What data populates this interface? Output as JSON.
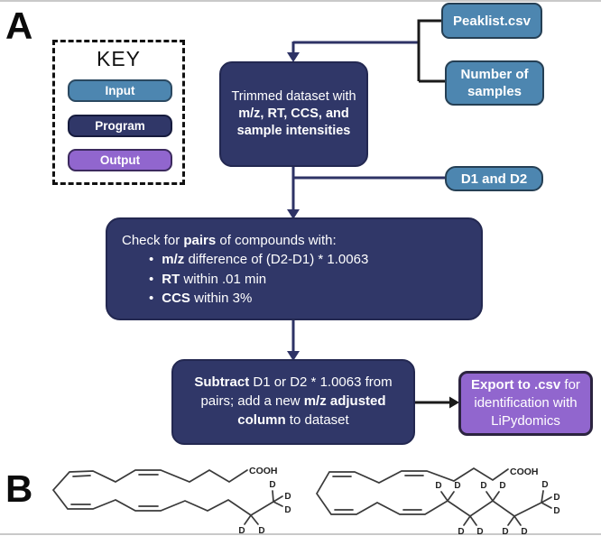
{
  "colors": {
    "input_blue": "#4d86b0",
    "program_navy": "#303768",
    "output_purple": "#9166ce",
    "flow_line_navy": "#2e3366",
    "bracket_line_black": "#1a1a1a",
    "text_white": "#ffffff"
  },
  "panel_a": {
    "label": "A",
    "key": {
      "title": "KEY",
      "items": [
        {
          "label": "Input"
        },
        {
          "label": "Program"
        },
        {
          "label": "Output"
        }
      ]
    },
    "peaklist": {
      "label": "Peaklist.csv"
    },
    "num_samples": {
      "label": "Number of samples"
    },
    "d1d2": {
      "label": "D1 and D2"
    },
    "trimmed": {
      "regular": "Trimmed dataset with ",
      "bold": "m/z, RT, CCS, and sample intensities"
    },
    "check": {
      "title_pre": "Check for ",
      "title_bold": "pairs",
      "title_post": " of compounds with:",
      "bullet": "•",
      "bullets": [
        {
          "bold": "m/z",
          "rest": " difference of (D2-D1) * 1.0063"
        },
        {
          "bold": "RT",
          "rest": " within .01 min"
        },
        {
          "bold": "CCS",
          "rest": " within 3%"
        }
      ]
    },
    "subtract": {
      "bold1": "Subtract",
      "mid": " D1 or D2 * 1.0063 from pairs; add a new ",
      "bold2": "m/z adjusted column",
      "end": " to dataset"
    },
    "export": {
      "bold": "Export to .csv",
      "rest": " for identification with LiPydomics"
    }
  },
  "panel_b": {
    "label": "B",
    "cooh": "COOH",
    "d": "D"
  }
}
